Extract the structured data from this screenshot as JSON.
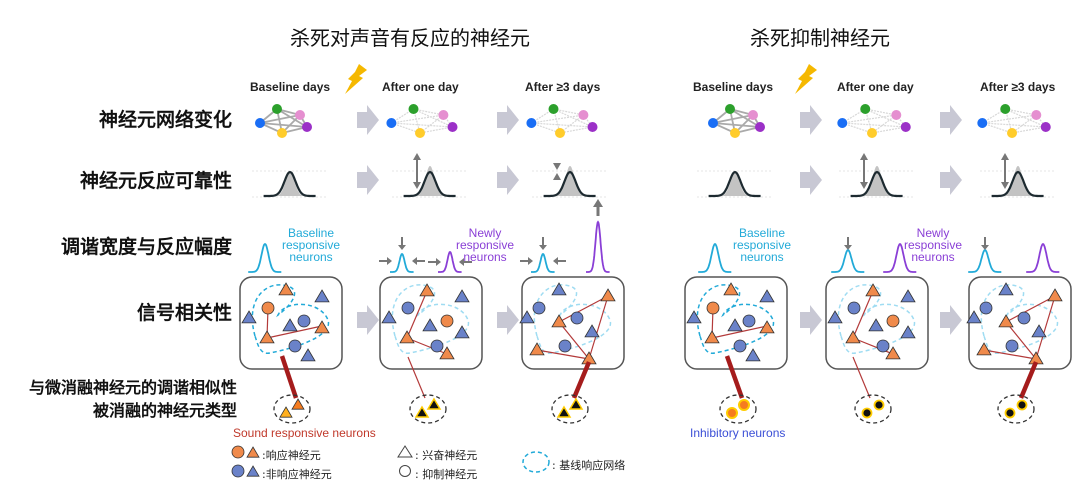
{
  "panels": [
    {
      "title": "杀死对声音有反应的神经元",
      "stages": [
        "Baseline days",
        "After one day",
        "After ≥3 days"
      ],
      "ablated_caption": "Sound  responsive neurons",
      "ablated_caption_color": "#c0392b"
    },
    {
      "title": "杀死抑制神经元",
      "stages": [
        "Baseline days",
        "After one day",
        "After ≥3 days"
      ],
      "ablated_caption": "Inhibitory neurons",
      "ablated_caption_color": "#3b4fd6"
    }
  ],
  "row_labels": {
    "network": "神经元网络变化",
    "reliability": "神经元反应可靠性",
    "tuning": "调谐宽度与反应幅度",
    "signal_corr": "信号相关性",
    "tuning_similarity": "与微消融神经元的调谐相似性",
    "ablated_type": "被消融的神经元类型"
  },
  "annotations": {
    "baseline": [
      "Baseline",
      "responsive",
      "neurons"
    ],
    "newly": [
      "Newly",
      "responsive",
      "neurons"
    ]
  },
  "legend": {
    "responsive": "响应神经元",
    "non_responsive": "非响应神经元",
    "excitatory": "兴奋神经元",
    "inhibitory": "抑制神经元",
    "baseline_network": "基线响应网络",
    "sep": ":"
  },
  "colors": {
    "responsive": "#f08a4b",
    "non_responsive": "#6a82c9",
    "baseline_tuning": "#22aad8",
    "new_tuning": "#8a3fd6",
    "correlation_line": "#b33a3a",
    "arrow_gray": "#c8c8d4",
    "bolt": "#f5b800"
  }
}
